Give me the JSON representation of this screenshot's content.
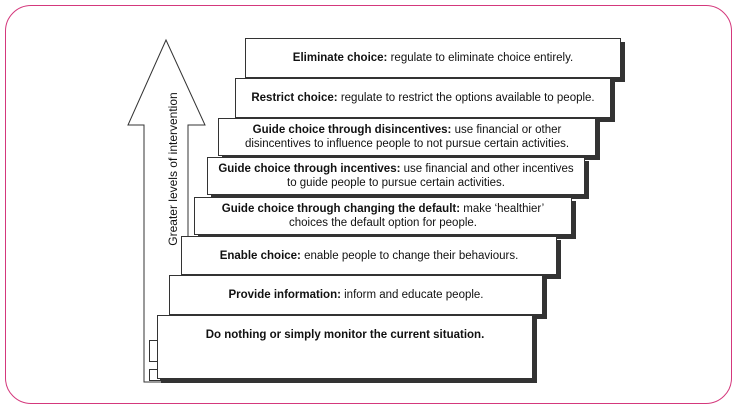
{
  "diagram": {
    "axis_label": "Greater levels of intervention",
    "steps": [
      {
        "title": "Eliminate choice:",
        "desc": "regulate to eliminate choice entirely."
      },
      {
        "title": "Restrict choice:",
        "desc": "regulate to restrict the options available to people."
      },
      {
        "title": "Guide choice through disincentives:",
        "desc": "use financial or other disincentives to influence people to not pursue certain activities."
      },
      {
        "title": "Guide choice through incentives:",
        "desc": "use financial and other incentives to guide people to pursue certain activities."
      },
      {
        "title": "Guide choice through changing the default:",
        "desc": "make ‘healthier’ choices the default option for people."
      },
      {
        "title": "Enable choice:",
        "desc": "enable people to change their behaviours."
      },
      {
        "title": "Provide information:",
        "desc": "inform and educate people."
      },
      {
        "title": "Do nothing or simply monitor the current situation.",
        "desc": ""
      }
    ]
  }
}
